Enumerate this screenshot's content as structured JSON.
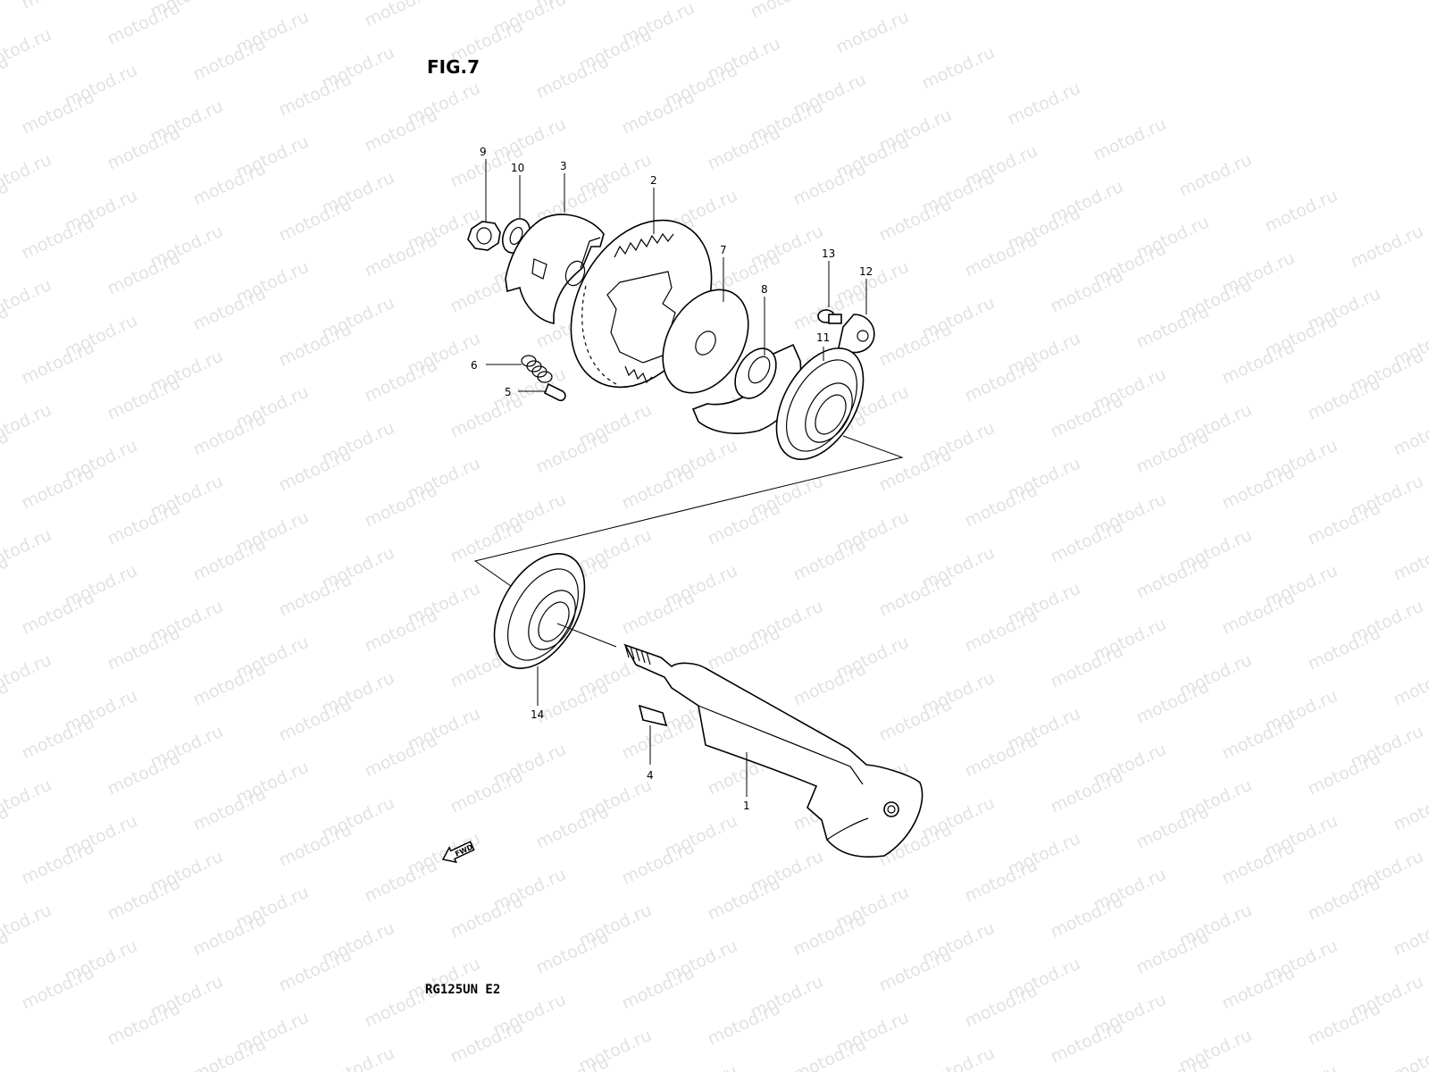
{
  "figure": {
    "title": "FIG.7",
    "model_code": "RG125UN E2",
    "watermark": "motod.ru",
    "forward_marker": {
      "text": "FWD",
      "icon": "forward-arrow-icon"
    }
  },
  "callouts": [
    {
      "id": "c9",
      "label": "9"
    },
    {
      "id": "c10",
      "label": "10"
    },
    {
      "id": "c3",
      "label": "3"
    },
    {
      "id": "c2",
      "label": "2"
    },
    {
      "id": "c7",
      "label": "7"
    },
    {
      "id": "c8",
      "label": "8"
    },
    {
      "id": "c13",
      "label": "13"
    },
    {
      "id": "c12",
      "label": "12"
    },
    {
      "id": "c11",
      "label": "11"
    },
    {
      "id": "c6",
      "label": "6"
    },
    {
      "id": "c5",
      "label": "5"
    },
    {
      "id": "c14",
      "label": "14"
    },
    {
      "id": "c4",
      "label": "4"
    },
    {
      "id": "c1",
      "label": "1"
    }
  ]
}
